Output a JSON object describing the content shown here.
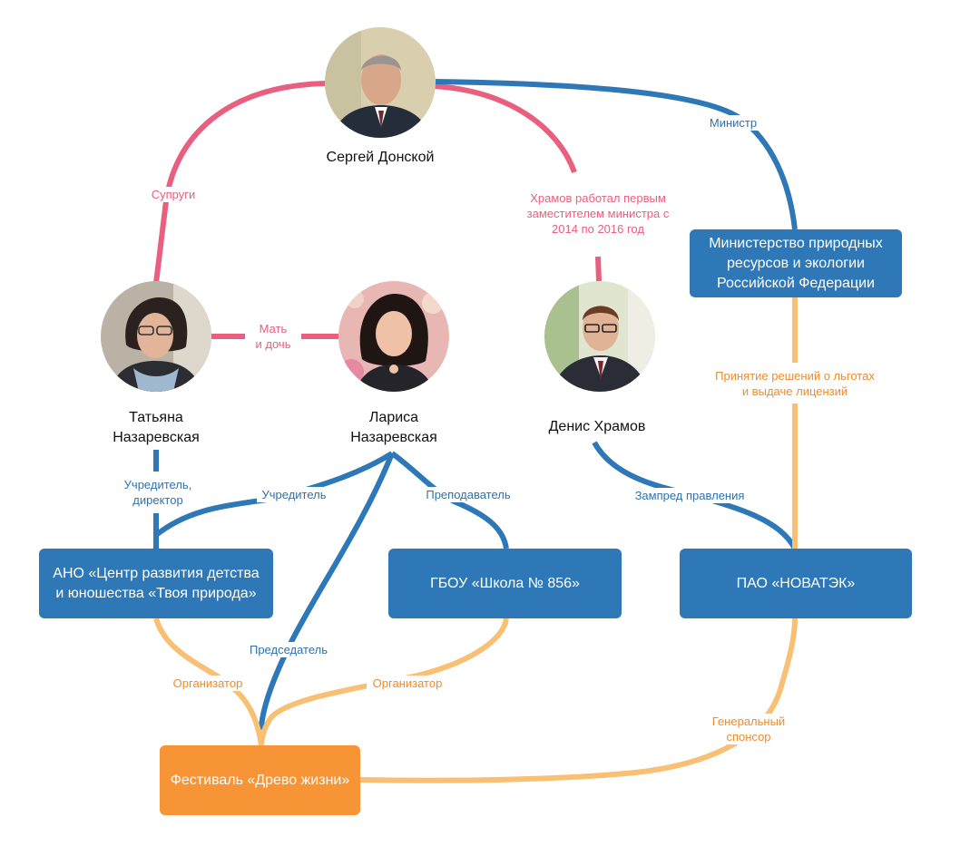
{
  "colors": {
    "family": "#e85f7f",
    "official": "#2e78b7",
    "business": "#f8c074",
    "festival": "#f79435"
  },
  "people": {
    "donskoy": {
      "name": "Сергей Донской",
      "icon": "portrait-man-grey-hair"
    },
    "tatyana": {
      "name": "Татьяна\nНазаревская",
      "icon": "portrait-woman-glasses"
    },
    "larisa": {
      "name": "Лариса\nНазаревская",
      "icon": "portrait-woman-dark-hair"
    },
    "khramov": {
      "name": "Денис Храмов",
      "icon": "portrait-man-glasses"
    }
  },
  "orgs": {
    "ministry": "Министерство природных\nресурсов и экологии\nРоссийской Федерации",
    "ano": "АНО «Центр развития детства\nи юношества «Твоя природа»",
    "school": "ГБОУ «Школа № 856»",
    "novatek": "ПАО «НОВАТЭК»",
    "festival": "Фестиваль «Древо жизни»"
  },
  "links": {
    "spouses": "Супруги",
    "mother_daughter": "Мать\nи дочь",
    "khramov_deputy": "Храмов работал первым\nзаместителем министра с\n2014 по 2016 год",
    "minister": "Министр",
    "decisions": "Принятие решений о льготах\nи выдаче лицензий",
    "founder_director": "Учредитель,\nдиректор",
    "founder": "Учредитель",
    "teacher": "Преподаватель",
    "deputy_chairman": "Зампред правления",
    "chairman": "Председатель",
    "organizer_ano": "Организатор",
    "organizer_school": "Организатор",
    "general_sponsor": "Генеральный\nспонсор"
  }
}
